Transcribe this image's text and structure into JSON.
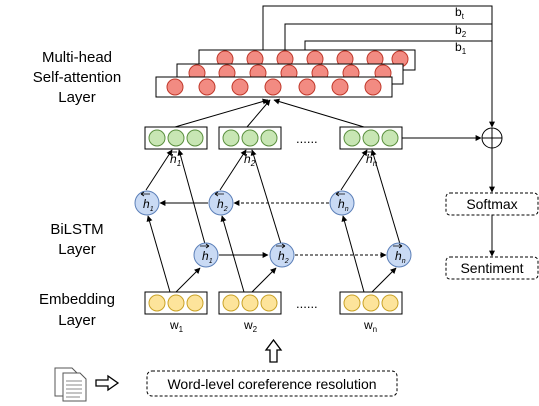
{
  "layer_labels": {
    "attention": [
      "Multi-head",
      "Self-attention",
      "Layer"
    ],
    "bilstm": [
      "BiLSTM",
      "Layer"
    ],
    "embedding": [
      "Embedding",
      "Layer"
    ]
  },
  "heads": [
    "b_t",
    "b_2",
    "b_1"
  ],
  "head_subscripts": [
    "t",
    "2",
    "1"
  ],
  "hidden_subscripts": [
    "1",
    "2",
    "n"
  ],
  "word_subscripts": [
    "1",
    "2",
    "n"
  ],
  "ellipsis": "......",
  "output": {
    "softmax": "Softmax",
    "sentiment": "Sentiment"
  },
  "input": {
    "coref": "Word-level coreference resolution"
  },
  "colors": {
    "attention_node": "#f28b82",
    "concat_node": "#c8e6b4",
    "embed_node": "#fde49b",
    "lstm_node": "#c9daf4",
    "line": "#000000"
  }
}
